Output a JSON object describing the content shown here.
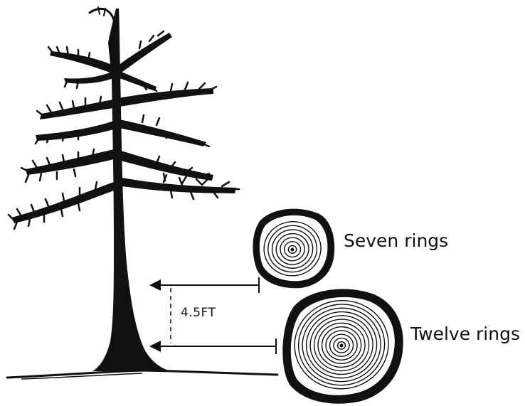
{
  "measurement": {
    "label": "4.5FT"
  },
  "cross_sections": [
    {
      "label": "Seven rings",
      "ring_count": 7
    },
    {
      "label": "Twelve rings",
      "ring_count": 12
    }
  ],
  "colors": {
    "ink": "#111111",
    "background": "#ffffff"
  }
}
